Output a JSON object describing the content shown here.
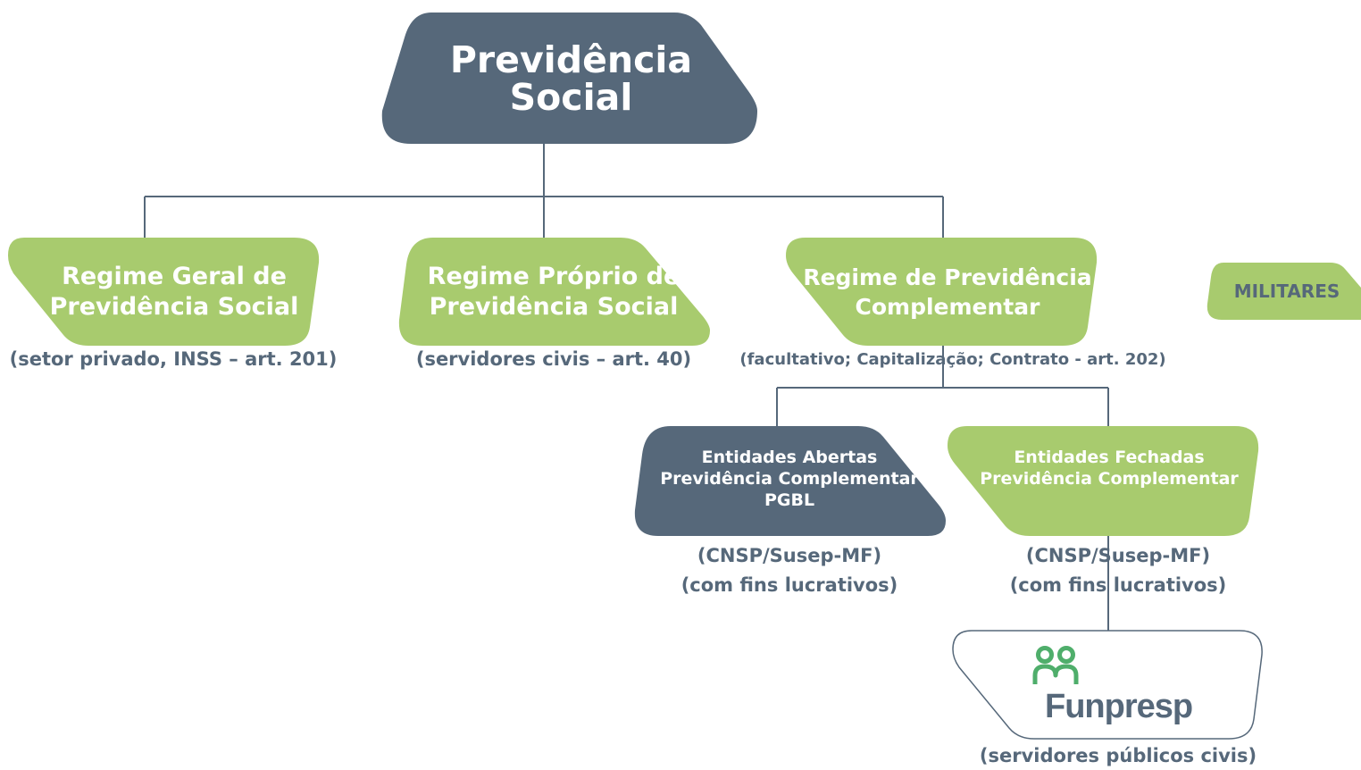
{
  "colors": {
    "dark": "#56687a",
    "green": "#a8cb6e",
    "line": "#56687a",
    "logo_green": "#4fae6b"
  },
  "root": {
    "lines": [
      "Previdência",
      "Social"
    ]
  },
  "regimes": {
    "geral": {
      "lines": [
        "Regime Geral de",
        "Previdência Social"
      ],
      "caption": "(setor privado, INSS – art. 201)"
    },
    "proprio": {
      "lines": [
        "Regime Próprio de",
        "Previdência Social"
      ],
      "caption": "(servidores civis – art. 40)"
    },
    "complementar": {
      "lines": [
        "Regime de Previdência",
        "Complementar"
      ],
      "caption": "(facultativo; Capitalização; Contrato - art. 202)"
    },
    "militares": {
      "lines": [
        "MILITARES"
      ]
    }
  },
  "entidades": {
    "abertas": {
      "lines": [
        "Entidades Abertas",
        "Previdência Complementar",
        "PGBL"
      ],
      "caption": [
        "(CNSP/Susep-MF)",
        "(com fins lucrativos)"
      ]
    },
    "fechadas": {
      "lines": [
        "Entidades Fechadas",
        "Previdência Complementar"
      ],
      "caption": [
        "(CNSP/Susep-MF)",
        "(com fins lucrativos)"
      ]
    }
  },
  "funpresp": {
    "logo_text": "Funpresp",
    "icon": "funpresp-logo-icon",
    "caption": "(servidores públicos civis)"
  }
}
